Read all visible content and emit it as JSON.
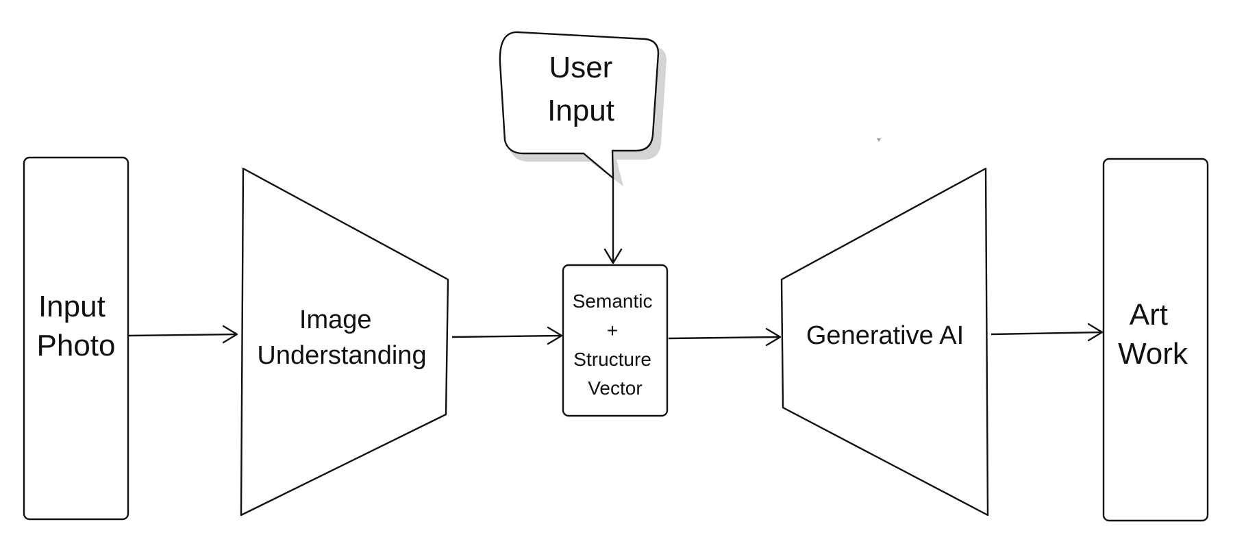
{
  "nodes": {
    "input_photo": {
      "lines": [
        "Input",
        "Photo"
      ]
    },
    "image_understanding": {
      "lines": [
        "Image",
        "Understanding"
      ]
    },
    "vector": {
      "lines": [
        "Semantic",
        "+",
        "Structure",
        "Vector"
      ]
    },
    "generative_ai": {
      "lines": [
        "Generative AI"
      ]
    },
    "art_work": {
      "lines": [
        "Art",
        "Work"
      ]
    },
    "user_input": {
      "lines": [
        "User",
        "Input"
      ]
    }
  }
}
